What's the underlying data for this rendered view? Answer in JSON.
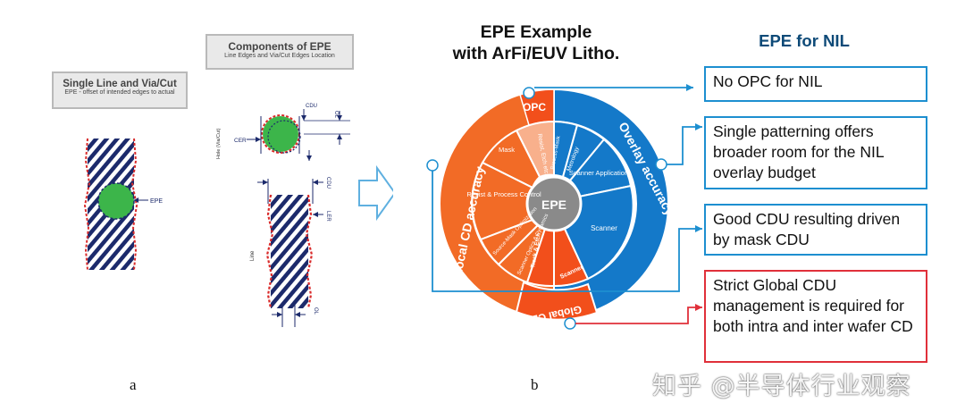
{
  "panel_a": {
    "single_line_title": "Single Line and Via/Cut",
    "single_line_subtitle": "EPE - offset of intended edges to actual",
    "epe_label": "EPE",
    "components_title": "Components of EPE",
    "components_subtitle": "Line Edges and Via/Cut Edges Location",
    "cdu_label": "CDU",
    "ol_label": "OL",
    "cer_label": "CER",
    "hole_label": "Hole (Via/Cut)",
    "cdu2_label": "CDU",
    "ler_label": "LER",
    "line_label": "Line",
    "ol2_label": "OL"
  },
  "panel_b": {
    "title_line1": "EPE Example",
    "title_line2": "with ArFi/EUV Litho.",
    "nil_title": "EPE for NIL",
    "center_label": "EPE",
    "wheel": {
      "opc": "OPC",
      "resist_etch": "Resist, Etch etc.",
      "mask": "Mask",
      "resist_process": "Resist & Process Control",
      "source_mask": "Source-Mask Optimization",
      "scanner_optics": "Scanner Optics & Dynamics",
      "track_etch": "Track & Etch",
      "scanner_bottom": "Scanner",
      "process_mask": "Process-Mask",
      "metrology": "Metrology",
      "scanner_application": "Scanner Application",
      "scanner_right": "Scanner",
      "local_cd": "Local CD accuracy",
      "overlay": "Overlay accuracy",
      "global_cd": "Global CD"
    },
    "callouts": [
      "No OPC for NIL",
      "Single patterning offers broader room for the NIL overlay budget",
      "Good CDU resulting driven by mask CDU",
      "Strict Global CDU management is required for both intra and inter wafer CD"
    ]
  },
  "caption_a": "a",
  "caption_b": "b",
  "watermark": "知乎 @半导体行业观察",
  "colors": {
    "blue": "#1479c9",
    "orange": "#f26b26",
    "peach": "#f8b08c",
    "red": "#e0303a",
    "callout_blue": "#1d8fd0",
    "green": "#3cb54a",
    "navy": "#1c2a6b"
  }
}
